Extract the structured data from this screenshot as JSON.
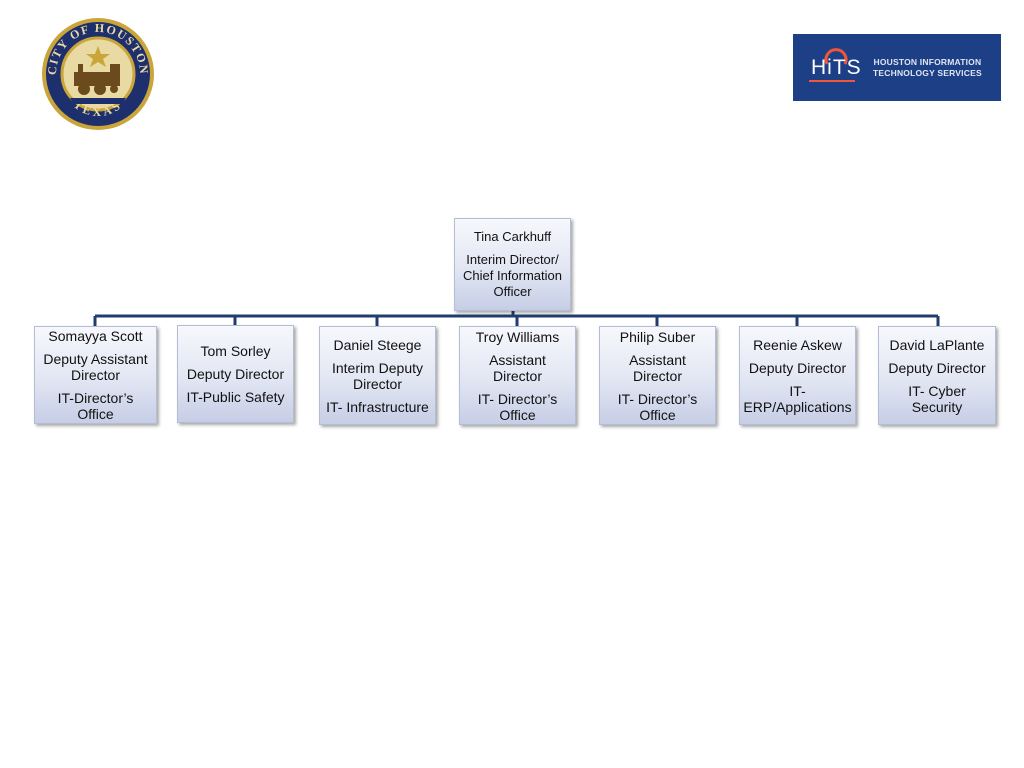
{
  "logos": {
    "seal": {
      "text_top": "CITY OF HOUSTON",
      "text_bottom": "TEXAS",
      "icon": "city-seal-locomotive"
    },
    "hits": {
      "wordmark": "HiTS",
      "tagline_line1": "HOUSTON INFORMATION",
      "tagline_line2": "TECHNOLOGY SERVICES",
      "accent": "#f0563a",
      "background": "#1d3f86"
    }
  },
  "colors": {
    "connector": "#1f3d6e",
    "box_top": "#f7f8fc",
    "box_bottom": "#c6cee6"
  },
  "org": {
    "top": {
      "name": "Tina Carkhuff",
      "title": "Interim Director/ Chief Information Officer"
    },
    "reports": [
      {
        "name": "Somayya Scott",
        "title": "Deputy Assistant Director",
        "department": "IT-Director’s Office"
      },
      {
        "name": "Tom Sorley",
        "title": "Deputy Director",
        "department": "IT-Public Safety"
      },
      {
        "name": "Daniel Steege",
        "title": "Interim Deputy Director",
        "department": "IT- Infrastructure"
      },
      {
        "name": "Troy Williams",
        "title": "Assistant Director",
        "department": "IT- Director’s Office"
      },
      {
        "name": "Philip Suber",
        "title": "Assistant Director",
        "department": "IT- Director’s Office"
      },
      {
        "name": "Reenie Askew",
        "title": "Deputy Director",
        "department": "IT- ERP/Applications"
      },
      {
        "name": "David LaPlante",
        "title": "Deputy Director",
        "department": "IT- Cyber Security"
      }
    ]
  }
}
